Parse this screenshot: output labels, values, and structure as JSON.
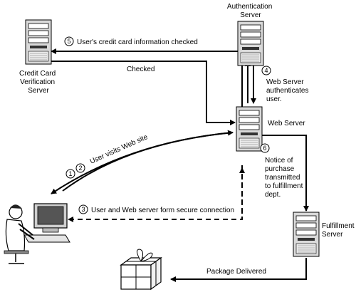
{
  "servers": {
    "credit_card": [
      "Credit Card",
      "Verification",
      "Server"
    ],
    "authentication": [
      "Authentication",
      "Server"
    ],
    "web": "Web Server",
    "fulfillment": [
      "Fulfillment",
      "Server"
    ]
  },
  "steps": {
    "s12": {
      "num1": "1",
      "num2": "2",
      "label": "User visits Web site"
    },
    "s3": {
      "num": "3",
      "label": "User and Web server form secure connection"
    },
    "s4": {
      "num": "4",
      "label": [
        "Web Server",
        "authenticates",
        "user."
      ]
    },
    "s5": {
      "num": "5",
      "label": "User's credit card information checked"
    },
    "s6": {
      "num": "6",
      "label": [
        "Notice of",
        "purchase",
        "transmitted",
        "to fulfillment",
        "dept."
      ]
    }
  },
  "labels": {
    "checked": "Checked",
    "package_delivered": "Package Delivered"
  }
}
